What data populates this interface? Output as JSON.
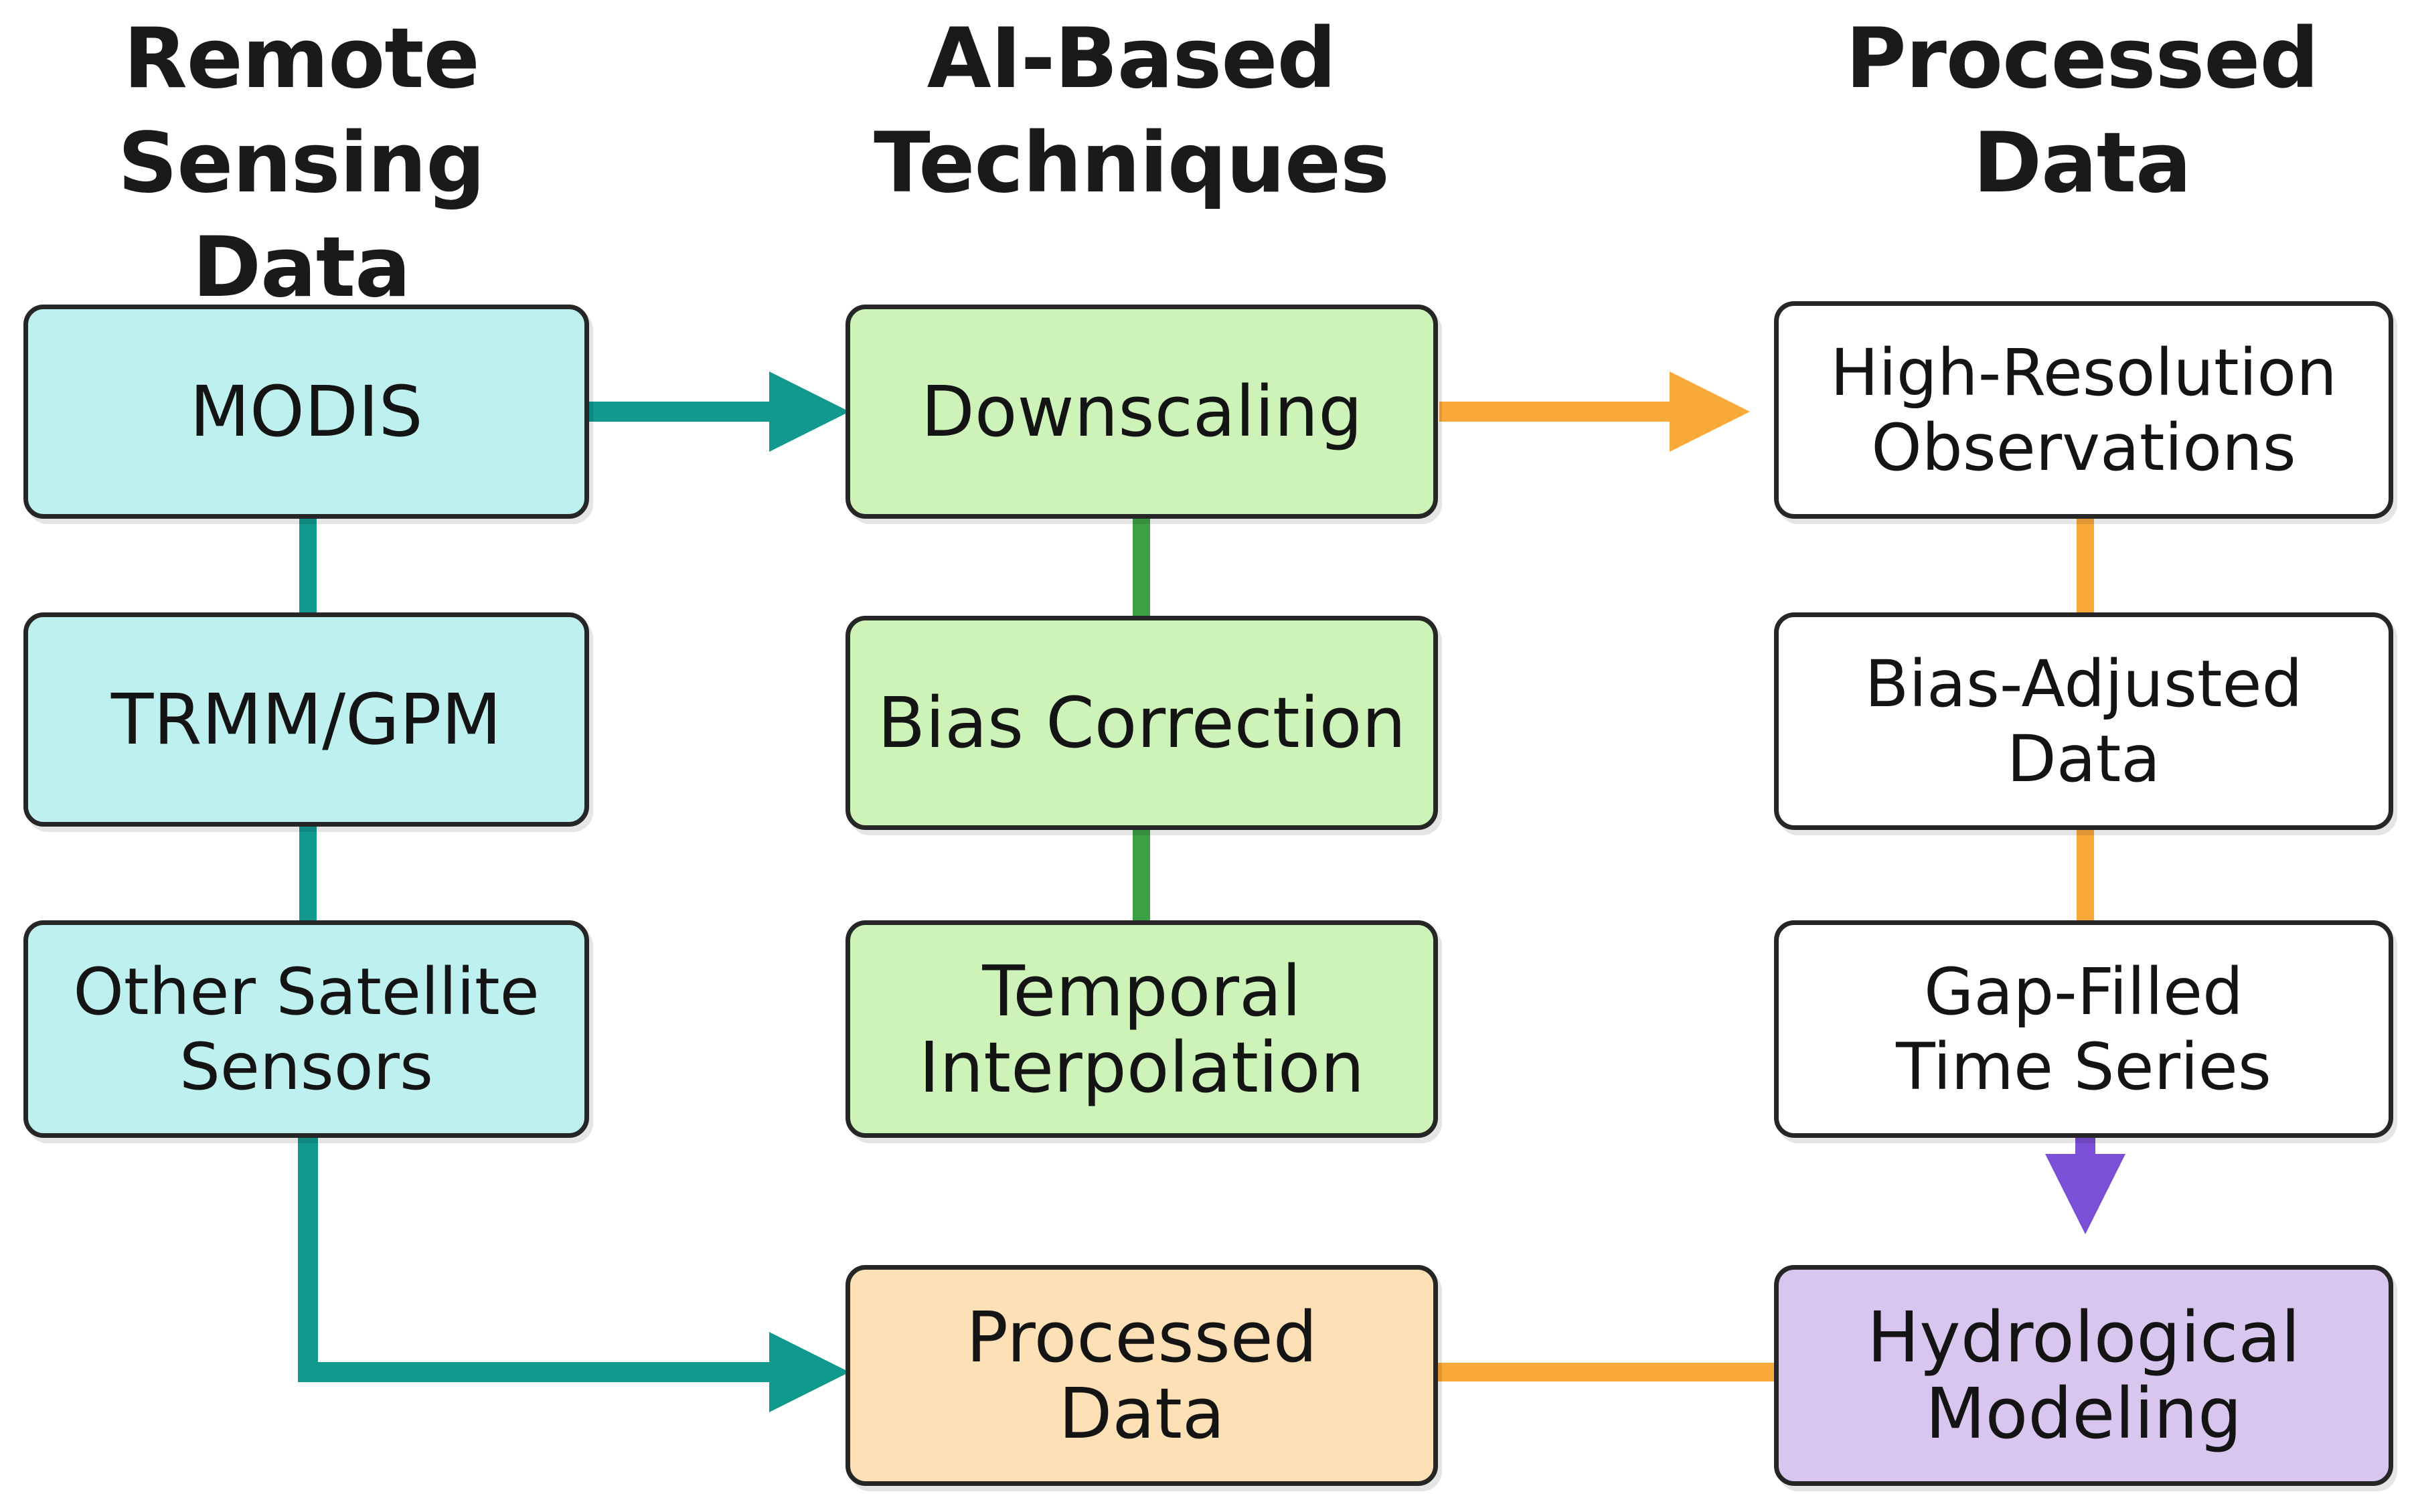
{
  "columns": {
    "remote_sensing": "Remote\nSensing Data",
    "ai_techniques": "AI-Based\nTechniques",
    "processed": "Processed\nData"
  },
  "nodes": {
    "modis": "MODIS",
    "trmm_gpm": "TRMM/GPM",
    "other_sensors": "Other Satellite\nSensors",
    "downscaling": "Downscaling",
    "bias_correction": "Bias Correction",
    "temporal_interpolation": "Temporal\nInterpolation",
    "processed_data": "Processed\nData",
    "high_res": "High-Resolution\nObservations",
    "bias_adjusted": "Bias-Adjusted\nData",
    "gap_filled": "Gap-Filled\nTime Series",
    "hydrological": "Hydrological\nModeling"
  },
  "colors": {
    "teal_box": "#bdf0ee",
    "green_box": "#cdf3b8",
    "peach_box": "#fde0b6",
    "purple_box": "#d9c6ef",
    "teal_line": "#11998e",
    "green_line": "#3ca045",
    "orange_line": "#f8a93a",
    "purple_line": "#7b4fd6"
  }
}
